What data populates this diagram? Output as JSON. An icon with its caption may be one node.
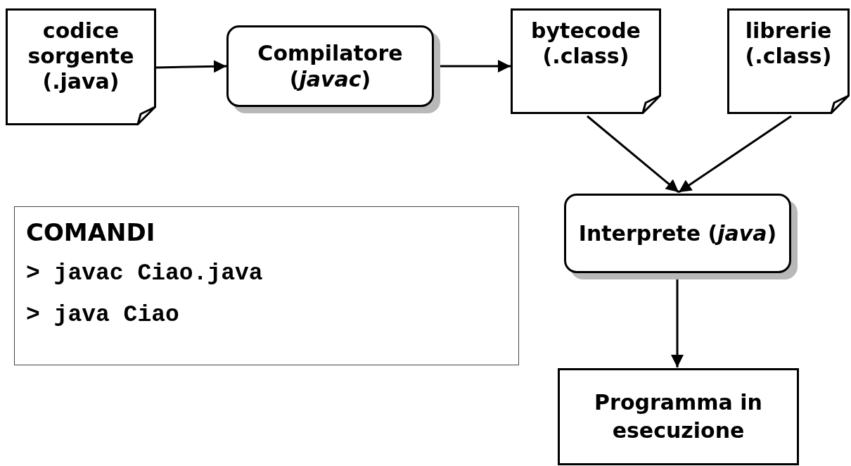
{
  "diagram": {
    "nodes": [
      {
        "text": [
          "codice sorgente (.java)"
        ]
      },
      {
        "text": [
          "Compilatore (*javac*)"
        ]
      },
      {
        "text": [
          "bytecode (.class)"
        ]
      },
      {
        "text": [
          "librerie (.class)"
        ]
      },
      {
        "text": [
          "Interprete (*java*)"
        ]
      },
      {
        "text": [
          "Programma in esecuzione"
        ]
      },
      {
        "text": [
          "COMANDI",
          "> javac Ciao.java",
          "> java Ciao"
        ]
      }
    ],
    "edges": [
      {
        "from": 0,
        "to": 1,
        "arrow": "to"
      },
      {
        "from": 1,
        "to": 2,
        "arrow": "to"
      },
      {
        "from": 2,
        "to": 4,
        "arrow": "to"
      },
      {
        "from": 3,
        "to": 4,
        "arrow": "to"
      },
      {
        "from": 4,
        "to": 5,
        "arrow": "to"
      }
    ]
  }
}
